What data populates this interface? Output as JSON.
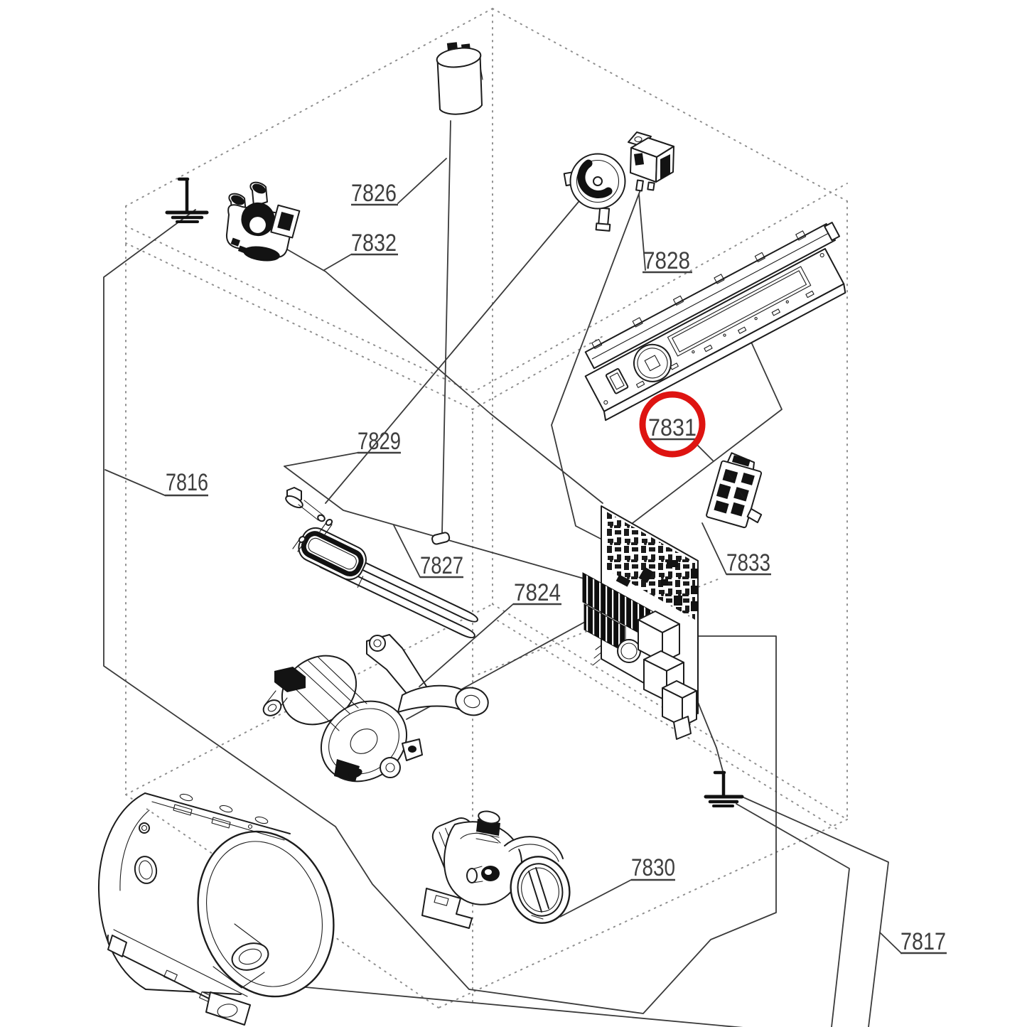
{
  "diagram": {
    "type": "exploded-parts-diagram",
    "subject": "washing-machine electrical components",
    "background_color": "#ffffff",
    "line_color": "#1c1c1c",
    "label_color": "#3f3f3f",
    "dotted_color": "#8f8f8f"
  },
  "highlight": {
    "label": "7831",
    "color": "#de1411",
    "shape": "circle"
  },
  "labels": [
    {
      "text": "7826",
      "part": "suppression-capacitor"
    },
    {
      "text": "7832",
      "part": "water-inlet-valve"
    },
    {
      "text": "7828",
      "part": "pressure-switch-and-thermostat"
    },
    {
      "text": "7816",
      "part": "main-wiring-harness-left"
    },
    {
      "text": "7829",
      "part": "heating-element"
    },
    {
      "text": "7827",
      "part": "inline-fuse"
    },
    {
      "text": "7824",
      "part": "drive-motor"
    },
    {
      "text": "7831",
      "part": "control-panel-board"
    },
    {
      "text": "7833",
      "part": "connector-block"
    },
    {
      "text": "7830",
      "part": "drain-pump"
    },
    {
      "text": "7817",
      "part": "ground-wire-harness-right"
    }
  ]
}
